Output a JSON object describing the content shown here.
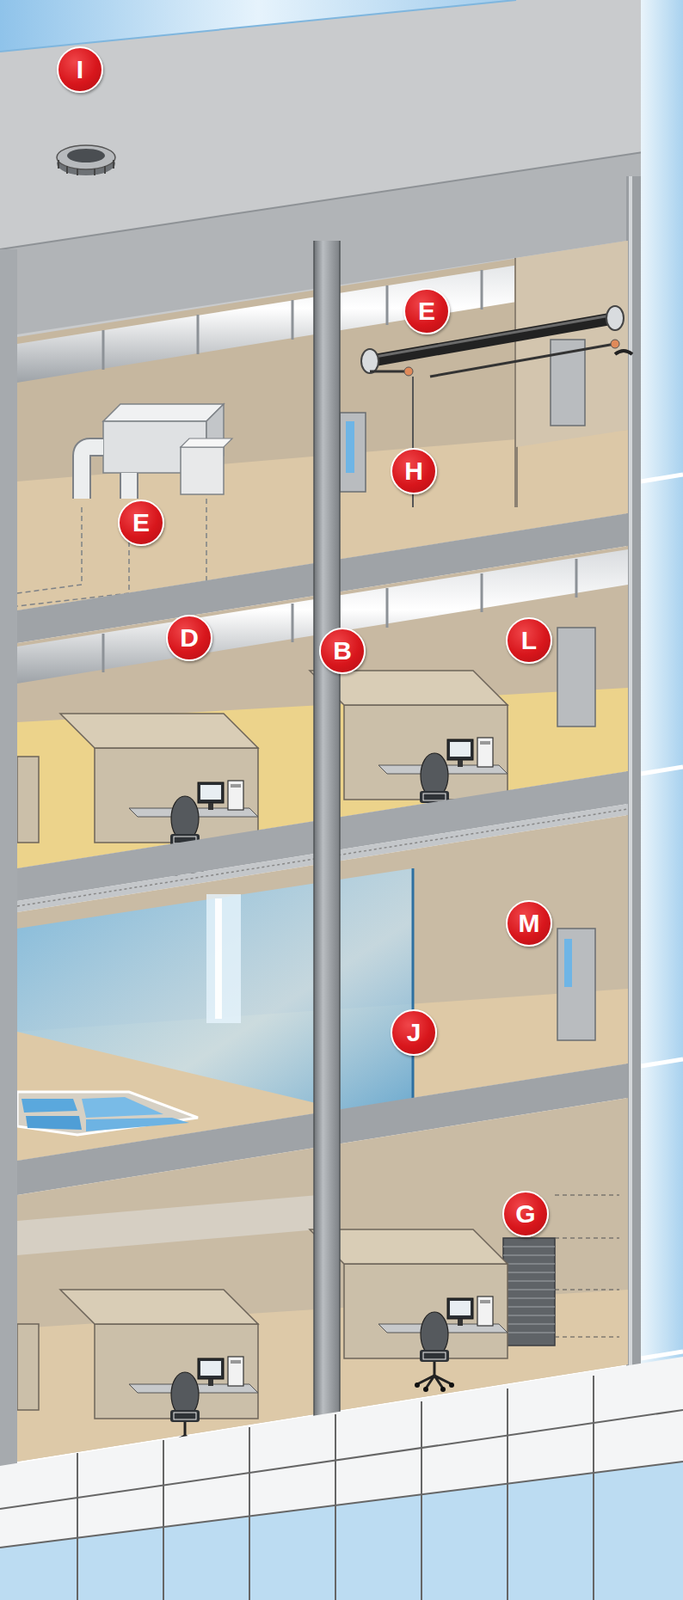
{
  "diagram": {
    "labels": [
      "I",
      "E",
      "E",
      "H",
      "D",
      "B",
      "L",
      "M",
      "J",
      "G"
    ]
  }
}
